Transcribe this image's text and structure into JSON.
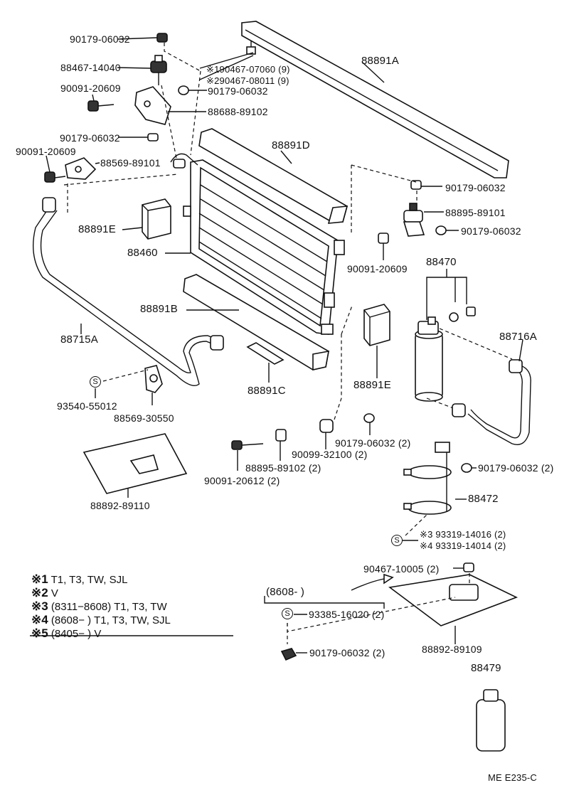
{
  "parts": [
    {
      "id": "p1",
      "label": "90179-06032"
    },
    {
      "id": "p2",
      "label": "88467-14040"
    },
    {
      "id": "p3",
      "label": "90091-20609"
    },
    {
      "id": "p4",
      "label": "90179-06032"
    },
    {
      "id": "p5",
      "label": "90091-20609"
    },
    {
      "id": "p6",
      "label": "88569-89101"
    },
    {
      "id": "p7",
      "label": "※190467-07060 (9)"
    },
    {
      "id": "p8",
      "label": "※290467-08011 (9)"
    },
    {
      "id": "p9",
      "label": "90179-06032"
    },
    {
      "id": "p10",
      "label": "88688-89102"
    },
    {
      "id": "p11",
      "label": "88891A"
    },
    {
      "id": "p12",
      "label": "88891D"
    },
    {
      "id": "p13",
      "label": "90179-06032"
    },
    {
      "id": "p14",
      "label": "88895-89101"
    },
    {
      "id": "p15",
      "label": "90179-06032"
    },
    {
      "id": "p16",
      "label": "88891E"
    },
    {
      "id": "p17",
      "label": "88460"
    },
    {
      "id": "p18",
      "label": "90091-20609"
    },
    {
      "id": "p19",
      "label": "88470"
    },
    {
      "id": "p20",
      "label": "88891B"
    },
    {
      "id": "p21",
      "label": "88716A"
    },
    {
      "id": "p22",
      "label": "88715A"
    },
    {
      "id": "p23",
      "label": "88891C"
    },
    {
      "id": "p24",
      "label": "88891E"
    },
    {
      "id": "p25",
      "label": "93540-55012"
    },
    {
      "id": "p26",
      "label": "88569-30550"
    },
    {
      "id": "p27",
      "label": "90179-06032 (2)"
    },
    {
      "id": "p28",
      "label": "90099-32100 (2)"
    },
    {
      "id": "p29",
      "label": "88895-89102 (2)"
    },
    {
      "id": "p30",
      "label": "90091-20612 (2)"
    },
    {
      "id": "p31",
      "label": "90179-06032 (2)"
    },
    {
      "id": "p32",
      "label": "88472"
    },
    {
      "id": "p33",
      "label": "88892-89110"
    },
    {
      "id": "p34",
      "label": "※3 93319-14016 (2)"
    },
    {
      "id": "p35",
      "label": "※4 93319-14014 (2)"
    },
    {
      "id": "p36",
      "label": "90467-10005 (2)"
    },
    {
      "id": "p37",
      "label": "(8608-        )"
    },
    {
      "id": "p38",
      "label": "93385-16020 (2)"
    },
    {
      "id": "p39",
      "label": "88892-89109"
    },
    {
      "id": "p40",
      "label": "90179-06032 (2)"
    },
    {
      "id": "p41",
      "label": "88479"
    }
  ],
  "symbols": {
    "s_mark": "S"
  },
  "notes": [
    {
      "mark": "※1",
      "text": "T1, T3, TW, SJL"
    },
    {
      "mark": "※2",
      "text": "V"
    },
    {
      "mark": "※3",
      "text": "(8311−8608) T1, T3, TW"
    },
    {
      "mark": "※4",
      "text": "(8608−         ) T1, T3, TW, SJL"
    },
    {
      "mark": "※5",
      "text": "(8405−         ) V"
    }
  ],
  "footer": {
    "code": "ME E235-C"
  }
}
